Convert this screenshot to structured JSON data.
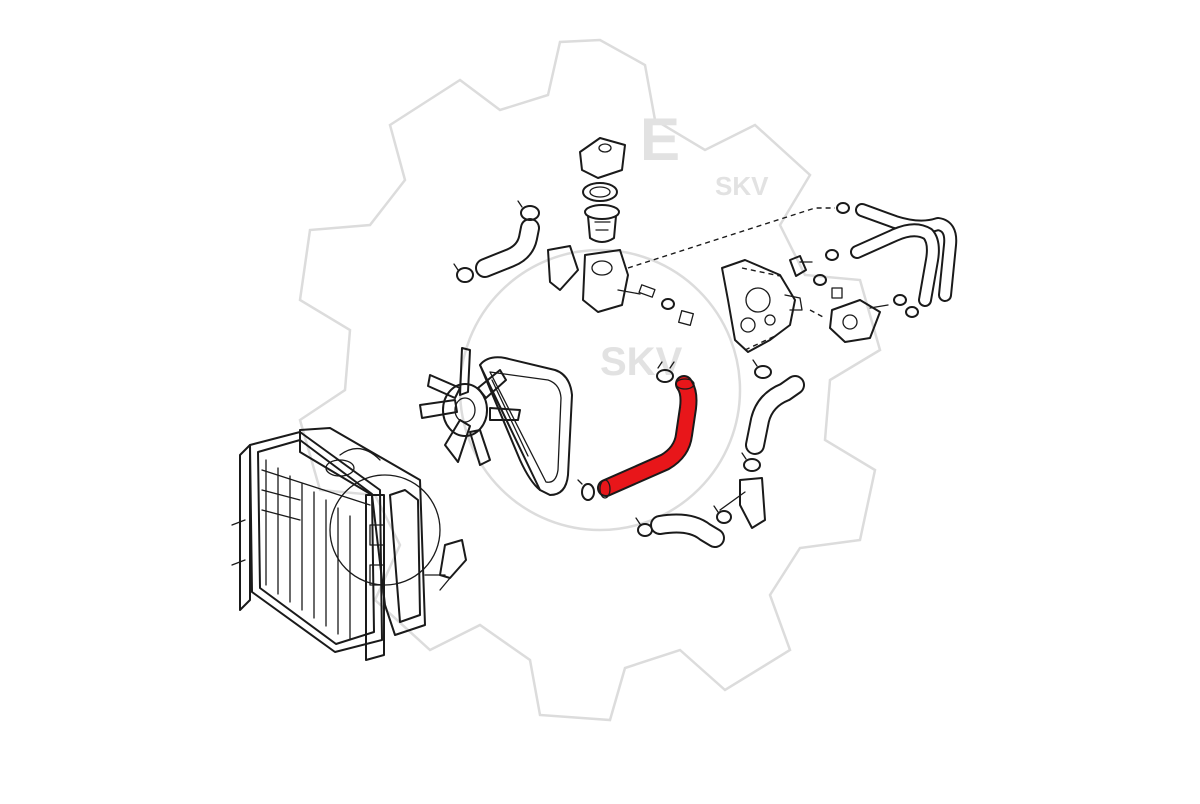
{
  "diagram": {
    "watermark": {
      "text_small": "SKV",
      "text_center": "SKV",
      "letter": "E"
    },
    "highlight_color": "#e8161a",
    "line_color": "#1a1a1a",
    "parts": [
      "radiator",
      "fan-shroud",
      "cooling-fan",
      "drive-belt",
      "radiator-hose-highlighted",
      "thermostat-housing",
      "thermostat",
      "thermostat-gasket",
      "water-inlet",
      "water-pump",
      "heater-hoses",
      "bypass-hose",
      "lower-hose",
      "hose-clamps",
      "heater-valve",
      "overflow-bracket"
    ]
  }
}
